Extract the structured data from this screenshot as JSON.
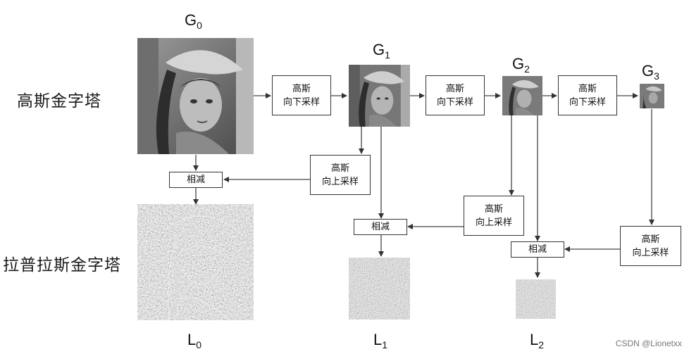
{
  "row_labels": {
    "gaussian": "高斯金字塔",
    "laplacian": "拉普拉斯金字塔"
  },
  "gaussian_levels": [
    {
      "base": "G",
      "sub": "0"
    },
    {
      "base": "G",
      "sub": "1"
    },
    {
      "base": "G",
      "sub": "2"
    },
    {
      "base": "G",
      "sub": "3"
    }
  ],
  "laplacian_levels": [
    {
      "base": "L",
      "sub": "0"
    },
    {
      "base": "L",
      "sub": "1"
    },
    {
      "base": "L",
      "sub": "2"
    }
  ],
  "boxes": {
    "downsample": {
      "line1": "高斯",
      "line2": "向下采样"
    },
    "upsample": {
      "line1": "高斯",
      "line2": "向上采样"
    },
    "subtract": "相减"
  },
  "watermark": "CSDN @Lionetxx"
}
